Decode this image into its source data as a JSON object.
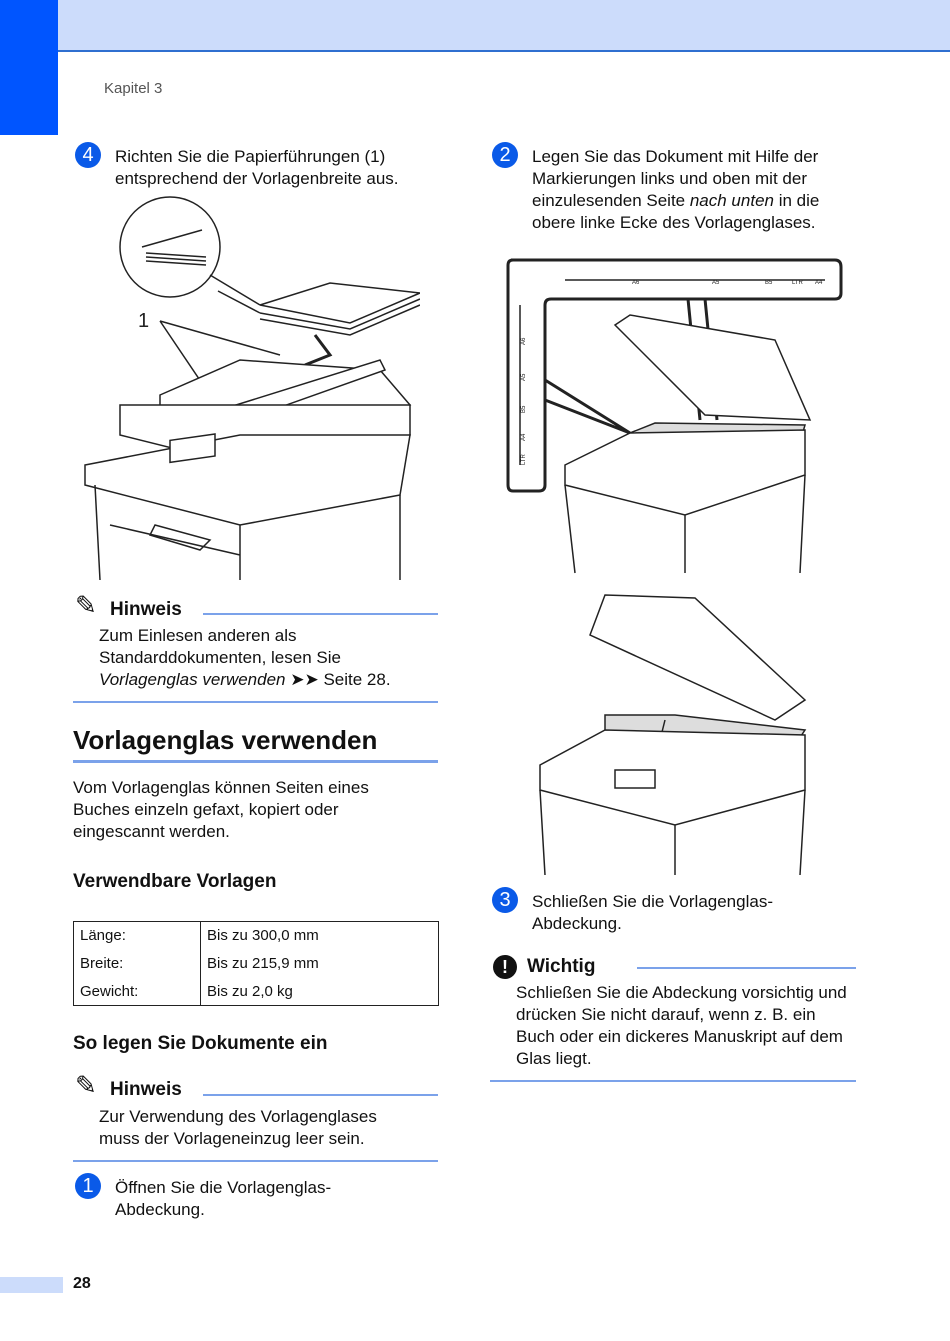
{
  "header": {
    "chapter": "Kapitel 3",
    "page_number": "28"
  },
  "left": {
    "step4": {
      "number": "4",
      "text": "Richten Sie die Papierführungen (1) entsprechend der Vorlagenbreite aus.",
      "callout": "1"
    },
    "note1": {
      "title": "Hinweis",
      "line1": "Zum Einlesen anderen als Standarddokumenten, lesen Sie ",
      "link": "Vorlagenglas verwenden",
      "arrows": "➤➤",
      "after": " Seite 28."
    },
    "section_title": "Vorlagenglas verwenden",
    "section_text": "Vom Vorlagenglas können Seiten eines Buches einzeln gefaxt, kopiert oder eingescannt werden.",
    "sub1": "Verwendbare Vorlagen",
    "table": [
      [
        "Länge:",
        "Bis zu 300,0 mm"
      ],
      [
        "Breite:",
        "Bis zu 215,9 mm"
      ],
      [
        "Gewicht:",
        "Bis zu 2,0 kg"
      ]
    ],
    "sub2": "So legen Sie Dokumente ein",
    "note2": {
      "title": "Hinweis",
      "text": "Zur Verwendung des Vorlagenglases muss der Vorlageneinzug leer sein."
    },
    "step1": {
      "number": "1",
      "text": "Öffnen Sie die Vorlagenglas-Abdeckung."
    }
  },
  "right": {
    "step2": {
      "number": "2",
      "pre": "Legen Sie das Dokument mit Hilfe der Markierungen links und oben mit der einzulesenden Seite ",
      "em": "nach unten",
      "post": " in die obere linke Ecke des Vorlagenglases."
    },
    "scale_top": [
      "A6",
      "A5",
      "B5",
      "LTR",
      "A4"
    ],
    "scale_left": [
      "A6",
      "A5",
      "B5",
      "A4",
      "LTR"
    ],
    "step3": {
      "number": "3",
      "text": "Schließen Sie die Vorlagenglas-Abdeckung."
    },
    "warning": {
      "title": "Wichtig",
      "text": "Schließen Sie die Abdeckung vorsichtig und drücken Sie nicht darauf, wenn z. B. ein Buch oder ein dickeres Manuskript auf dem Glas liegt."
    }
  }
}
